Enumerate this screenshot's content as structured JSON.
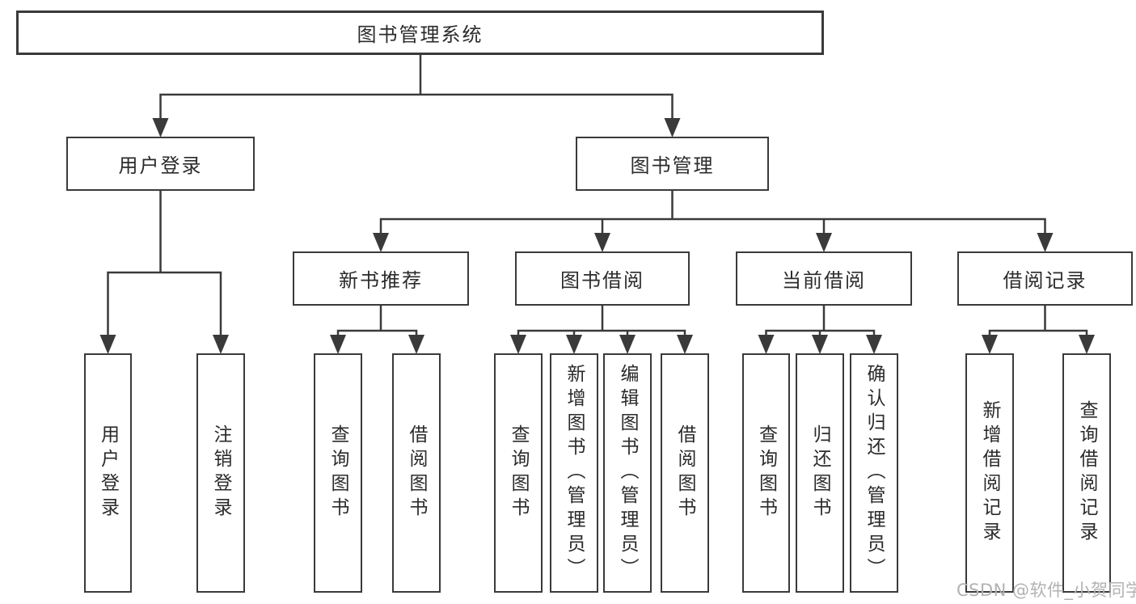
{
  "diagram": {
    "root": {
      "label": "图书管理系统"
    },
    "level2": [
      {
        "id": "user-login",
        "label": "用户登录"
      },
      {
        "id": "book-management",
        "label": "图书管理"
      }
    ],
    "level3": [
      {
        "id": "new-book-recommend",
        "label": "新书推荐"
      },
      {
        "id": "book-borrowing",
        "label": "图书借阅"
      },
      {
        "id": "current-borrowing",
        "label": "当前借阅"
      },
      {
        "id": "borrowing-records",
        "label": "借阅记录"
      }
    ],
    "leaves": [
      {
        "id": "user-login-leaf",
        "label": "用户登录"
      },
      {
        "id": "logout",
        "label": "注销登录"
      },
      {
        "id": "query-books-recommend",
        "label": "查询图书"
      },
      {
        "id": "borrow-books-recommend",
        "label": "借阅图书"
      },
      {
        "id": "query-books-borrowing",
        "label": "查询图书"
      },
      {
        "id": "add-books-admin",
        "label": "新增图书（管理员）"
      },
      {
        "id": "edit-books-admin",
        "label": "编辑图书（管理员）"
      },
      {
        "id": "borrow-books-borrowing",
        "label": "借阅图书"
      },
      {
        "id": "query-books-current",
        "label": "查询图书"
      },
      {
        "id": "return-books",
        "label": "归还图书"
      },
      {
        "id": "confirm-return-admin",
        "label": "确认归还（管理员）"
      },
      {
        "id": "add-borrow-record",
        "label": "新增借阅记录"
      },
      {
        "id": "query-borrow-record",
        "label": "查询借阅记录"
      }
    ],
    "watermark": "CSDN @软件_小贺同学",
    "colors": {
      "line": "#3a3a3a",
      "box_border": "#3a3a3a",
      "text": "#2b2b2b",
      "watermark": "#b2b2b2",
      "background": "#ffffff"
    }
  }
}
